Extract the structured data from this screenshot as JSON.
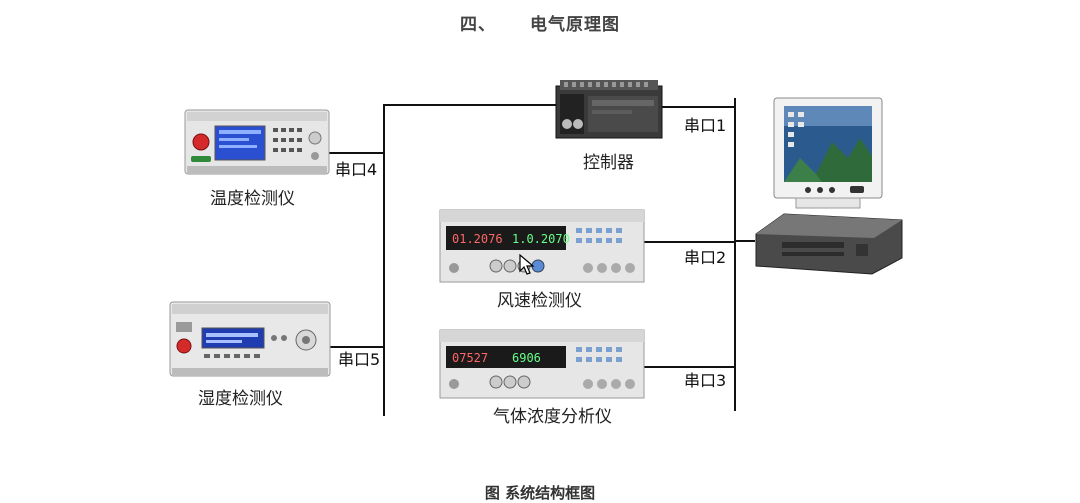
{
  "title": {
    "number": "四、",
    "text": "电气原理图"
  },
  "devices": {
    "temperature": "温度检测仪",
    "humidity": "湿度检测仪",
    "controller": "控制器",
    "wind": "风速检测仪",
    "gas": "气体浓度分析仪"
  },
  "ports": {
    "p1": "串口1",
    "p2": "串口2",
    "p3": "串口3",
    "p4": "串口4",
    "p5": "串口5"
  },
  "wind_display": {
    "left": "01.2076",
    "right": "1.0.2070"
  },
  "gas_display": {
    "left": "07527",
    "right": "6906"
  },
  "caption": "图 系统结构框图"
}
